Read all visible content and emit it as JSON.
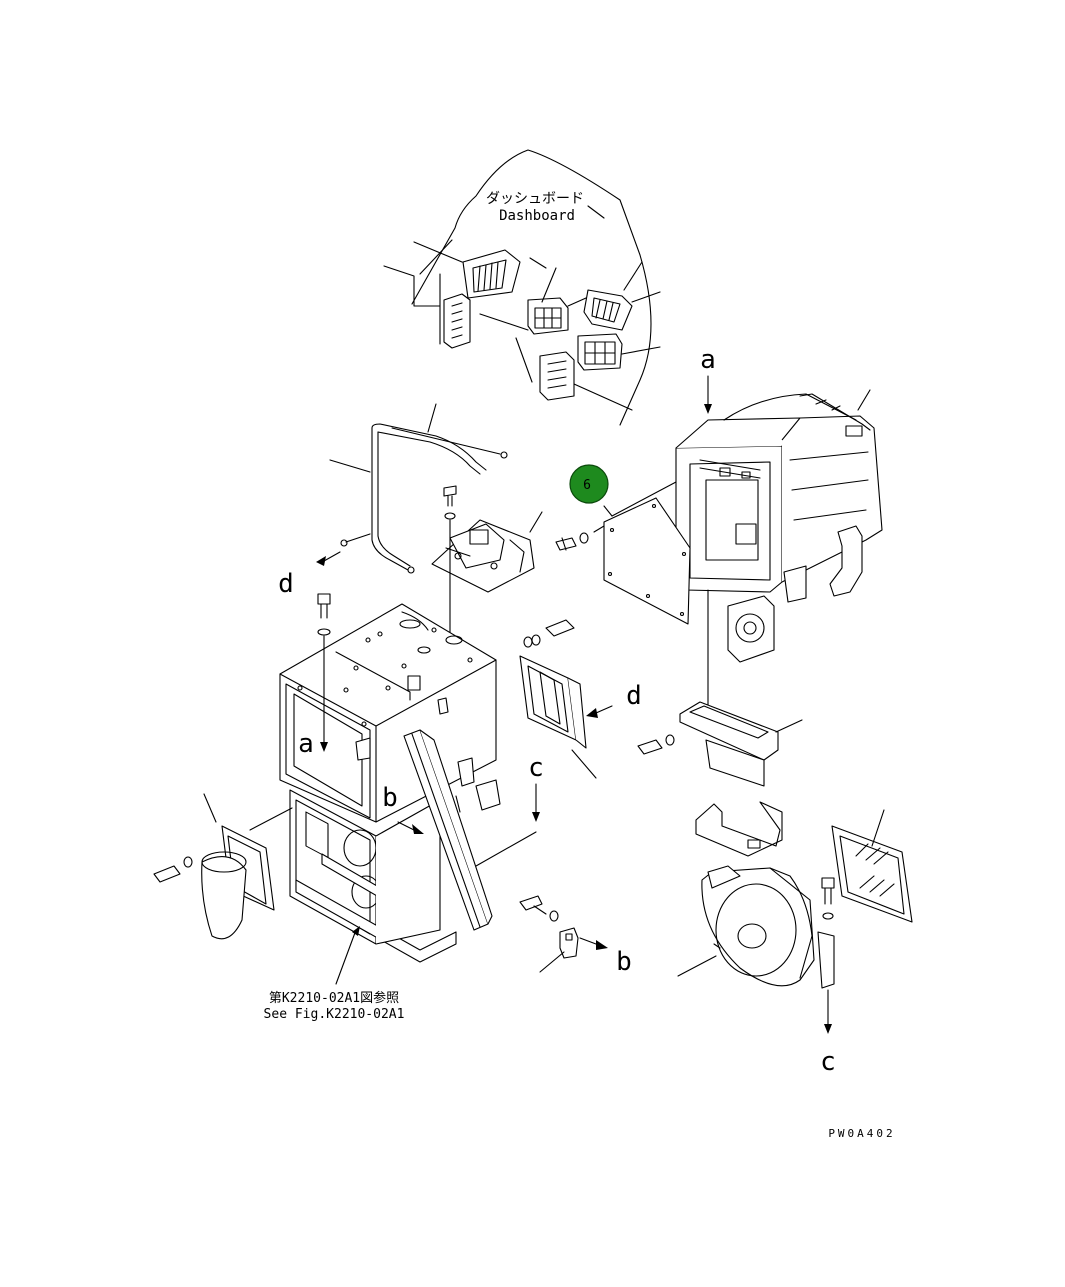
{
  "dashboard": {
    "label_ja": "ダッシュボード",
    "label_en": "Dashboard"
  },
  "callout": {
    "number": "6",
    "color": "#1e8a1e"
  },
  "reference": {
    "ja": "第K2210-02A1図参照",
    "en": "See Fig.K2210-02A1"
  },
  "connections": {
    "a_top": "a",
    "a_left": "a",
    "b_left": "b",
    "b_bottom": "b",
    "c_top": "c",
    "c_bottom": "c",
    "d_top": "d",
    "d_left": "d"
  },
  "drawing_code": "PW0A402"
}
